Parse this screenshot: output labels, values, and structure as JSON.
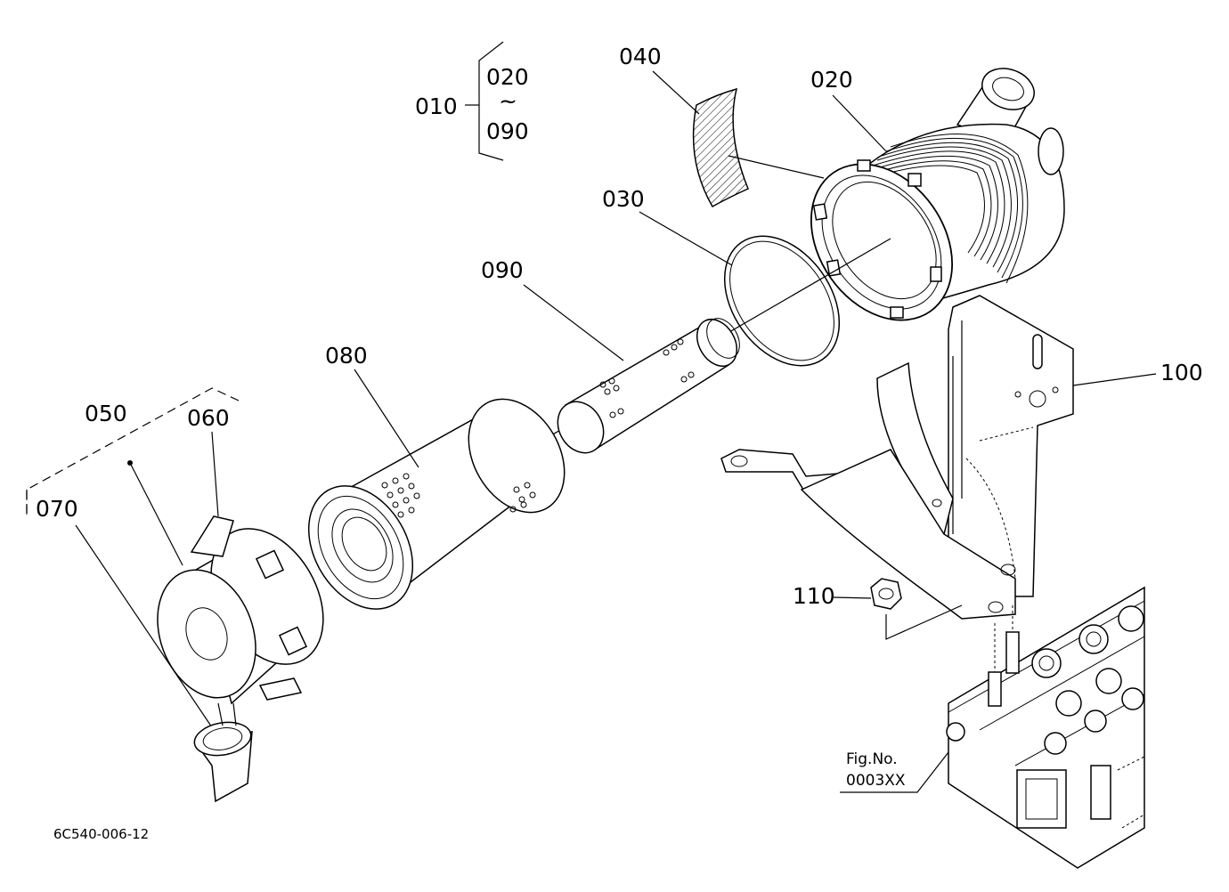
{
  "diagram": {
    "drawing_code": "6C540-006-12",
    "labels": {
      "p010": "010",
      "p020_range_start": "020",
      "tilde": "~",
      "p090_range_end": "090",
      "p020": "020",
      "p030": "030",
      "p040": "040",
      "p050": "050",
      "p060": "060",
      "p070": "070",
      "p080": "080",
      "p090": "090",
      "p100": "100",
      "p110": "110"
    },
    "fig_ref": {
      "line1": "Fig.No.",
      "line2": "0003XX"
    }
  }
}
